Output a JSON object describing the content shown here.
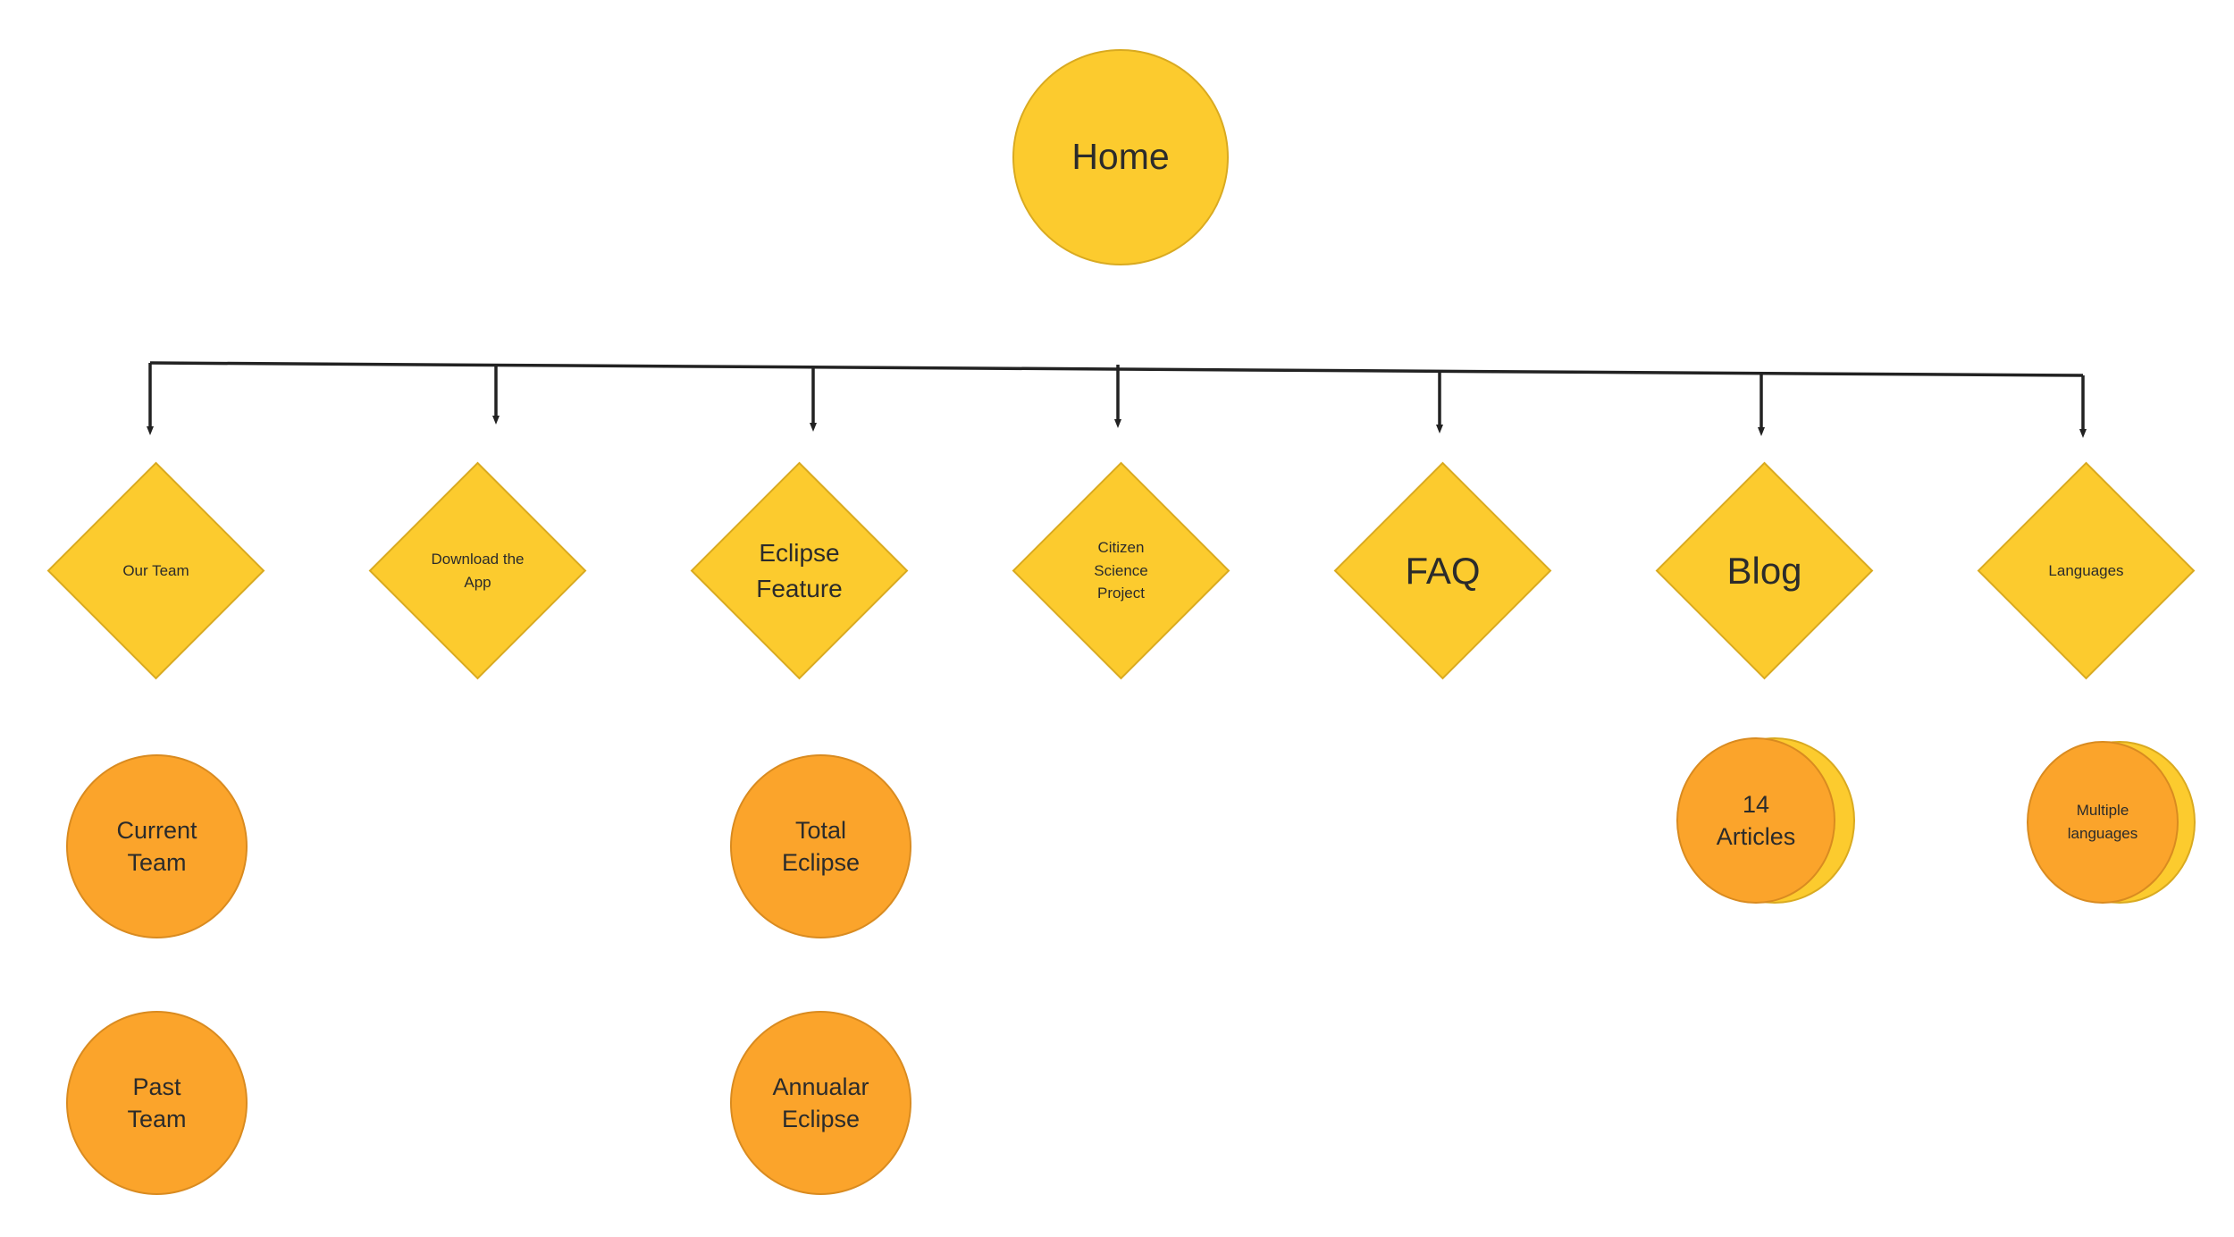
{
  "diagram": {
    "root": {
      "label": "Home"
    },
    "sections": [
      {
        "label": "Our Team",
        "children": [
          "Current\nTeam",
          "Past\nTeam"
        ]
      },
      {
        "label": "Download the\nApp",
        "children": []
      },
      {
        "label": "Eclipse\nFeature",
        "children": [
          "Total\nEclipse",
          "Annualar\nEclipse"
        ]
      },
      {
        "label": "Citizen\nScience\nProject",
        "children": []
      },
      {
        "label": "FAQ",
        "children": []
      },
      {
        "label": "Blog",
        "children": [
          "14\nArticles"
        ]
      },
      {
        "label": "Languages",
        "children": [
          "Multiple\nlanguages"
        ]
      }
    ]
  },
  "colors": {
    "root_fill": "#fccb2e",
    "section_fill": "#fccb2e",
    "child_fill": "#fba42b",
    "connector": "#222222"
  },
  "icons": {
    "connector_arrowhead": "arrow-down-icon"
  }
}
